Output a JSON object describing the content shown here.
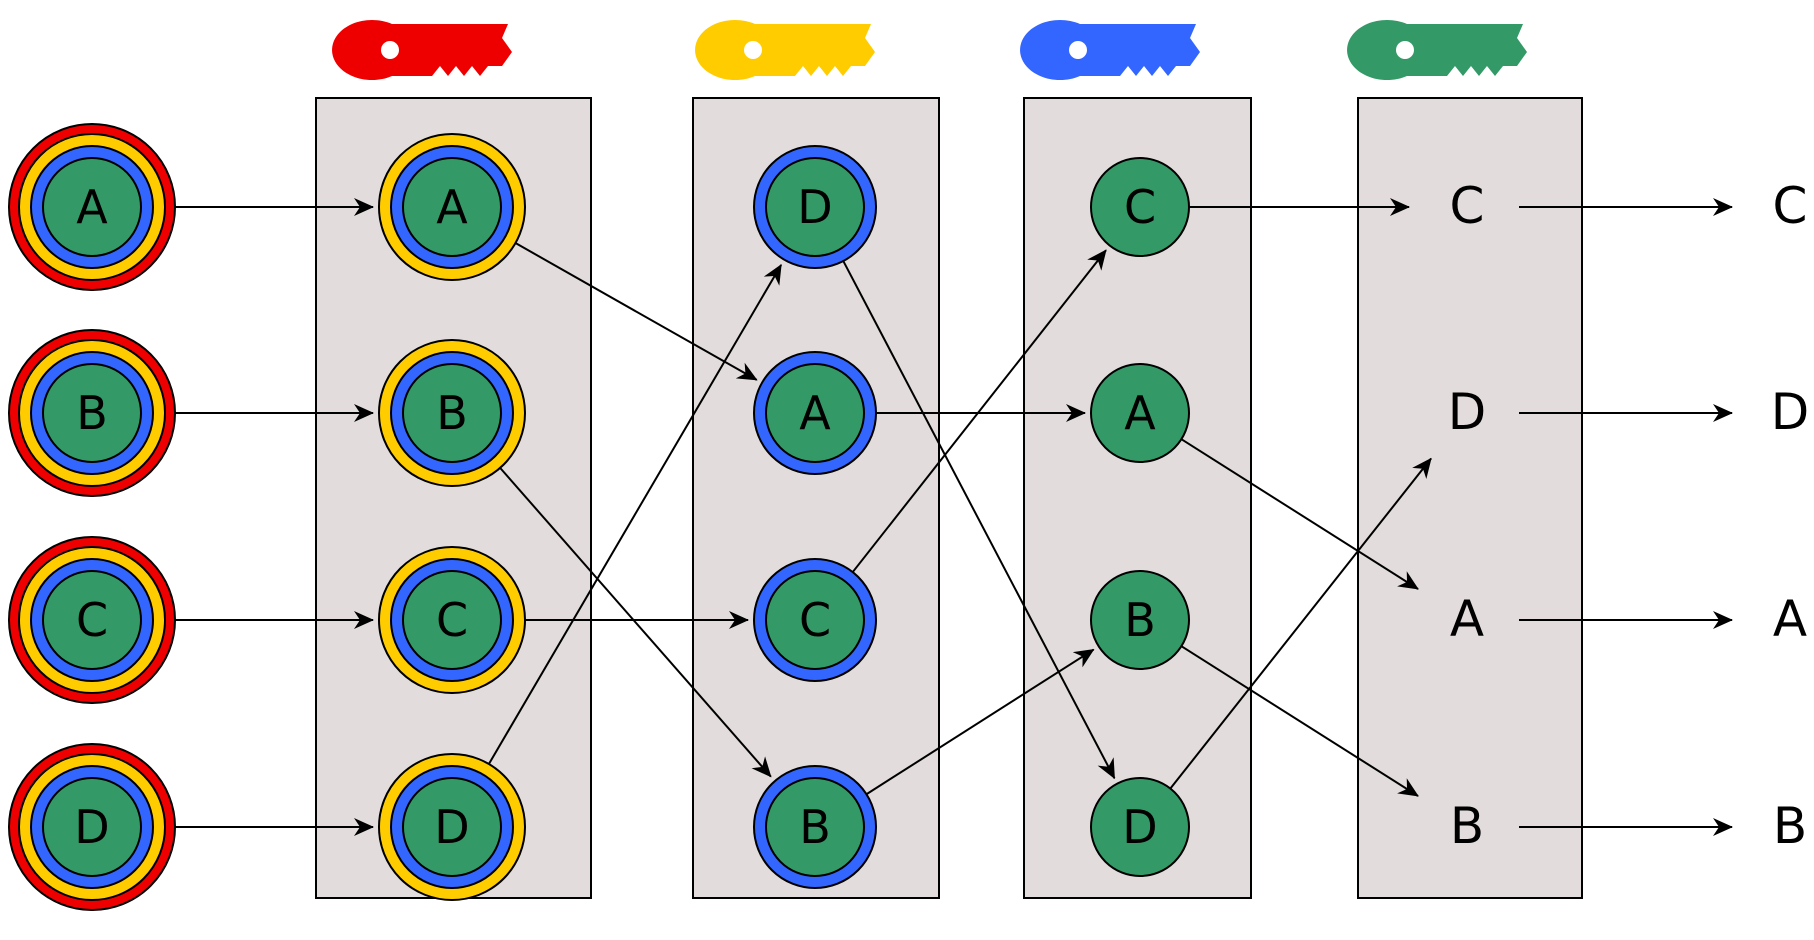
{
  "colors": {
    "background": "#ffffff",
    "panel": "#e2dcdc",
    "stroke": "#000000",
    "red": "#ee0000",
    "yellow": "#ffcc00",
    "blue": "#3366ff",
    "green": "#339966"
  },
  "keys": [
    {
      "icon": "key-icon",
      "color": "red"
    },
    {
      "icon": "key-icon",
      "color": "yellow"
    },
    {
      "icon": "key-icon",
      "color": "blue"
    },
    {
      "icon": "key-icon",
      "color": "green"
    }
  ],
  "columns": [
    {
      "layers": [
        "red",
        "yellow",
        "blue",
        "green"
      ],
      "nodes": [
        "A",
        "B",
        "C",
        "D"
      ]
    },
    {
      "layers": [
        "yellow",
        "blue",
        "green"
      ],
      "nodes": [
        "A",
        "B",
        "C",
        "D"
      ]
    },
    {
      "layers": [
        "blue",
        "green"
      ],
      "nodes": [
        "D",
        "A",
        "C",
        "B"
      ]
    },
    {
      "layers": [
        "green"
      ],
      "nodes": [
        "C",
        "A",
        "B",
        "D"
      ]
    },
    {
      "layers": [],
      "nodes": [
        "C",
        "D",
        "A",
        "B"
      ]
    },
    {
      "layers": [],
      "nodes": [
        "C",
        "D",
        "A",
        "B"
      ]
    }
  ],
  "connections": [
    {
      "from": [
        0,
        0
      ],
      "to": [
        1,
        0
      ]
    },
    {
      "from": [
        0,
        1
      ],
      "to": [
        1,
        1
      ]
    },
    {
      "from": [
        0,
        2
      ],
      "to": [
        1,
        2
      ]
    },
    {
      "from": [
        0,
        3
      ],
      "to": [
        1,
        3
      ]
    },
    {
      "from": [
        1,
        0
      ],
      "to": [
        2,
        1
      ]
    },
    {
      "from": [
        1,
        1
      ],
      "to": [
        2,
        3
      ]
    },
    {
      "from": [
        1,
        2
      ],
      "to": [
        2,
        2
      ]
    },
    {
      "from": [
        1,
        3
      ],
      "to": [
        2,
        0
      ]
    },
    {
      "from": [
        2,
        0
      ],
      "to": [
        3,
        3
      ]
    },
    {
      "from": [
        2,
        1
      ],
      "to": [
        3,
        1
      ]
    },
    {
      "from": [
        2,
        2
      ],
      "to": [
        3,
        0
      ]
    },
    {
      "from": [
        2,
        3
      ],
      "to": [
        3,
        2
      ]
    },
    {
      "from": [
        3,
        0
      ],
      "to": [
        4,
        0
      ]
    },
    {
      "from": [
        3,
        1
      ],
      "to": [
        4,
        2
      ]
    },
    {
      "from": [
        3,
        2
      ],
      "to": [
        4,
        3
      ]
    },
    {
      "from": [
        3,
        3
      ],
      "to": [
        4,
        1
      ]
    },
    {
      "from": [
        4,
        0
      ],
      "to": [
        5,
        0
      ]
    },
    {
      "from": [
        4,
        1
      ],
      "to": [
        5,
        1
      ]
    },
    {
      "from": [
        4,
        2
      ],
      "to": [
        5,
        2
      ]
    },
    {
      "from": [
        4,
        3
      ],
      "to": [
        5,
        3
      ]
    }
  ]
}
